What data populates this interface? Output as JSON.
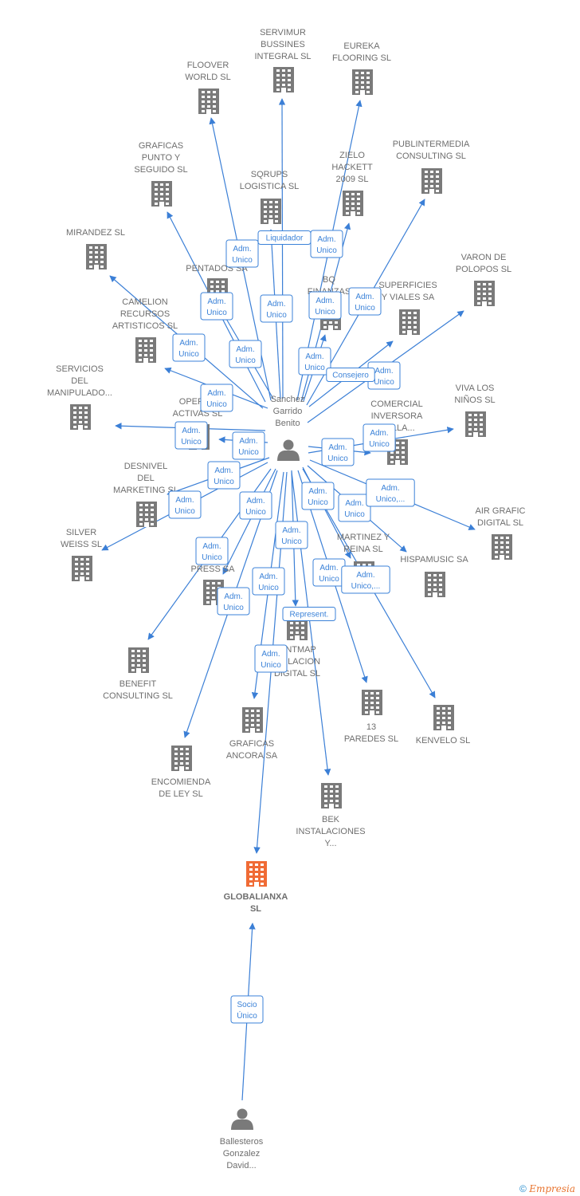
{
  "colors": {
    "edge": "#3b7fd6",
    "building": "#7a7a7a",
    "building_main": "#f06b35",
    "person": "#7a7a7a",
    "role_border": "#3b82d8"
  },
  "footer": {
    "copyright": "©",
    "brand": "Empresia"
  },
  "main_company": {
    "id": "globalianxa",
    "lines": [
      "GLOBALIANXA",
      "SL"
    ]
  },
  "persons": [
    {
      "id": "sanchez",
      "lines": [
        "Sanchez",
        "Garrido",
        "Benito"
      ]
    },
    {
      "id": "ballesteros",
      "lines": [
        "Ballesteros",
        "Gonzalez",
        "David..."
      ]
    }
  ],
  "companies": [
    {
      "id": "servimur",
      "lines": [
        "SERVIMUR",
        "BUSSINES",
        "INTEGRAL SL"
      ]
    },
    {
      "id": "eureka",
      "lines": [
        "EUREKA",
        "FLOORING SL"
      ]
    },
    {
      "id": "floover",
      "lines": [
        "FLOOVER",
        "WORLD SL"
      ]
    },
    {
      "id": "graficas_punto",
      "lines": [
        "GRAFICAS",
        "PUNTO Y",
        "SEGUIDO SL"
      ]
    },
    {
      "id": "sqrups",
      "lines": [
        "SQRUPS",
        "LOGISTICA SL"
      ]
    },
    {
      "id": "zielo",
      "lines": [
        "ZIELO",
        "HACKETT",
        "2009 SL"
      ]
    },
    {
      "id": "publintermedia",
      "lines": [
        "PUBLINTERMEDIA",
        "CONSULTING SL"
      ]
    },
    {
      "id": "mirandez",
      "lines": [
        "MIRANDEZ SL"
      ]
    },
    {
      "id": "pentados",
      "lines": [
        "PENTADOS SA"
      ]
    },
    {
      "id": "bq_finanzas",
      "lines": [
        "BQ",
        "FINANZAS"
      ]
    },
    {
      "id": "superficies",
      "lines": [
        "SUPERFICIES",
        "Y VIALES SA"
      ]
    },
    {
      "id": "varon",
      "lines": [
        "VARON DE",
        "POLOPOS SL"
      ]
    },
    {
      "id": "camelion",
      "lines": [
        "CAMELION",
        "RECURSOS",
        "ARTISTICOS SL"
      ]
    },
    {
      "id": "servicios",
      "lines": [
        "SERVICIOS",
        "DEL",
        "MANIPULADO..."
      ]
    },
    {
      "id": "operac",
      "lines": [
        "OPERAC",
        "ACTIVAS SL"
      ]
    },
    {
      "id": "comercial",
      "lines": [
        "COMERCIAL",
        "INVERSORA",
        "...ELLA..."
      ]
    },
    {
      "id": "viva",
      "lines": [
        "VIVA LOS",
        "NIÑOS SL"
      ]
    },
    {
      "id": "desnivel",
      "lines": [
        "DESNIVEL",
        "DEL",
        "MARKETING SL"
      ]
    },
    {
      "id": "silver",
      "lines": [
        "SILVER",
        "WEISS SL"
      ]
    },
    {
      "id": "martinez",
      "lines": [
        "MARTINEZ Y",
        "REINA SL"
      ]
    },
    {
      "id": "hispamusic",
      "lines": [
        "HISPAMUSIC SA"
      ]
    },
    {
      "id": "airgrafic",
      "lines": [
        "AIR GRAFIC",
        "DIGITAL SL"
      ]
    },
    {
      "id": "press",
      "lines": [
        "PRESS SA"
      ]
    },
    {
      "id": "printmap",
      "lines": [
        "...NTMAP",
        "...ULACION",
        "DIGITAL SL"
      ]
    },
    {
      "id": "benefit",
      "lines": [
        "BENEFIT",
        "CONSULTING SL"
      ]
    },
    {
      "id": "paredes",
      "lines": [
        "13",
        "PAREDES SL"
      ]
    },
    {
      "id": "kenvelo",
      "lines": [
        "KENVELO SL"
      ]
    },
    {
      "id": "graficas_ancora",
      "lines": [
        "GRAFICAS",
        "ANCORA SA"
      ]
    },
    {
      "id": "encomienda",
      "lines": [
        "ENCOMIENDA",
        "DE LEY SL"
      ]
    },
    {
      "id": "bek",
      "lines": [
        "BEK",
        "INSTALACIONES",
        "Y..."
      ]
    }
  ],
  "edges": [
    {
      "from": "sanchez",
      "to": "floover",
      "role": [
        "Adm.",
        "Unico"
      ]
    },
    {
      "from": "sanchez",
      "to": "servimur",
      "role": [
        "Liquidador"
      ]
    },
    {
      "from": "sanchez",
      "to": "eureka",
      "role": [
        "Adm.",
        "Unico"
      ]
    },
    {
      "from": "sanchez",
      "to": "graficas_punto",
      "role": [
        "Adm.",
        "Unico"
      ]
    },
    {
      "from": "sanchez",
      "to": "sqrups",
      "role": [
        "Adm.",
        "Unico"
      ]
    },
    {
      "from": "sanchez",
      "to": "zielo",
      "role": [
        "Adm.",
        "Unico"
      ]
    },
    {
      "from": "sanchez",
      "to": "publintermedia",
      "role": [
        "Adm.",
        "Unico"
      ]
    },
    {
      "from": "sanchez",
      "to": "mirandez",
      "role": [
        "Adm.",
        "Unico"
      ]
    },
    {
      "from": "sanchez",
      "to": "pentados",
      "role": [
        "Adm.",
        "Unico"
      ]
    },
    {
      "from": "sanchez",
      "to": "bq_finanzas",
      "role": [
        "Adm.",
        "Unico"
      ]
    },
    {
      "from": "sanchez",
      "to": "superficies",
      "role": [
        "Adm.",
        "Unico"
      ]
    },
    {
      "from": "sanchez",
      "to": "varon",
      "role": [
        "Consejero"
      ]
    },
    {
      "from": "sanchez",
      "to": "camelion",
      "role": [
        "Adm.",
        "Unico"
      ]
    },
    {
      "from": "sanchez",
      "to": "servicios",
      "role": [
        "Adm.",
        "Unico"
      ]
    },
    {
      "from": "sanchez",
      "to": "operac",
      "role": [
        "Adm.",
        "Unico"
      ]
    },
    {
      "from": "sanchez",
      "to": "comercial",
      "role": [
        "Adm.",
        "Unico"
      ]
    },
    {
      "from": "sanchez",
      "to": "viva",
      "role": [
        "Adm.",
        "Unico"
      ]
    },
    {
      "from": "sanchez",
      "to": "desnivel",
      "role": [
        "Adm.",
        "Unico"
      ]
    },
    {
      "from": "sanchez",
      "to": "silver",
      "role": [
        "Adm.",
        "Unico"
      ]
    },
    {
      "from": "sanchez",
      "to": "martinez",
      "role": [
        "Adm.",
        "Unico"
      ]
    },
    {
      "from": "sanchez",
      "to": "hispamusic",
      "role": [
        "Adm.",
        "Unico"
      ]
    },
    {
      "from": "sanchez",
      "to": "airgrafic",
      "role": [
        "Adm.",
        "Unico,..."
      ]
    },
    {
      "from": "sanchez",
      "to": "press",
      "role": [
        "Adm.",
        "Unico"
      ]
    },
    {
      "from": "sanchez",
      "to": "printmap",
      "role": [
        "Represent."
      ]
    },
    {
      "from": "sanchez",
      "to": "benefit",
      "role": [
        "Adm.",
        "Unico"
      ]
    },
    {
      "from": "sanchez",
      "to": "paredes",
      "role": [
        "Adm.",
        "Unico"
      ]
    },
    {
      "from": "sanchez",
      "to": "kenvelo",
      "role": [
        "Adm.",
        "Unico,..."
      ]
    },
    {
      "from": "sanchez",
      "to": "graficas_ancora",
      "role": [
        "Adm.",
        "Unico"
      ]
    },
    {
      "from": "sanchez",
      "to": "encomienda",
      "role": [
        "Adm.",
        "Unico"
      ]
    },
    {
      "from": "sanchez",
      "to": "bek",
      "role": [
        "Adm.",
        "Unico"
      ]
    },
    {
      "from": "sanchez",
      "to": "globalianxa",
      "role": [
        "Adm.",
        "Unico"
      ]
    },
    {
      "from": "ballesteros",
      "to": "globalianxa",
      "role": [
        "Socio",
        "Único"
      ]
    }
  ]
}
